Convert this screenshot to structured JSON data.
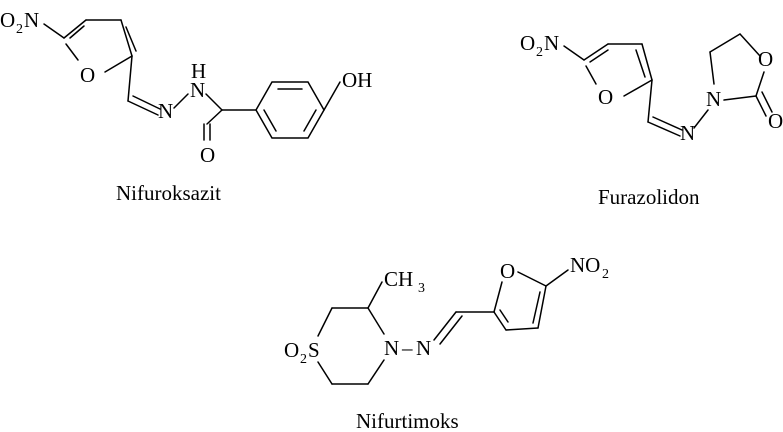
{
  "molecules": [
    {
      "caption": "Nifuroksazit",
      "labels": {
        "nitro_o": "O",
        "nitro_o_sub": "2",
        "nitro_n": "N",
        "furan_o": "O",
        "imine_n": "N",
        "hydrazide_h": "H",
        "hydrazide_n": "N",
        "carbonyl_o": "O",
        "hydroxyl": "OH"
      }
    },
    {
      "caption": "Furazolidon",
      "labels": {
        "nitro_o": "O",
        "nitro_o_sub": "2",
        "nitro_n": "N",
        "furan_o": "O",
        "imine_n": "N",
        "ring_n": "N",
        "ring_o": "O",
        "carbonyl_o": "O"
      }
    },
    {
      "caption": "Nifurtimoks",
      "labels": {
        "sulfone_o": "O",
        "sulfone_o_sub": "2",
        "sulfone_s": "S",
        "methyl_c": "CH",
        "methyl_sub": "3",
        "ring_n": "N",
        "dash": "–",
        "imine_n": "N",
        "furan_o": "O",
        "nitro_n": "NO",
        "nitro_sub": "2"
      }
    }
  ]
}
